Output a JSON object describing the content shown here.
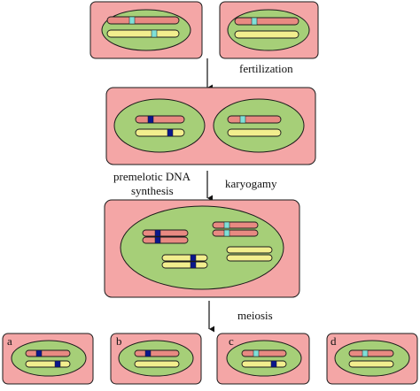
{
  "labels": {
    "fertilization": "fertilization",
    "premeiotic_line1": "premelotic DNA",
    "premeiotic_line2": "synthesis",
    "karyogamy": "karyogamy",
    "meiosis": "meiosis",
    "product_a": "a",
    "product_b": "b",
    "product_c": "c",
    "product_d": "d"
  },
  "colors": {
    "cell_fill": "#f4a6a6",
    "nucleus_fill": "#a6cf78",
    "pink_chromosome": "#e88a82",
    "yellow_chromosome": "#f2ee8e",
    "dark_blue_marker": "#0a168c",
    "cyan_marker": "#7fe0d8",
    "arrow": "#111111"
  }
}
